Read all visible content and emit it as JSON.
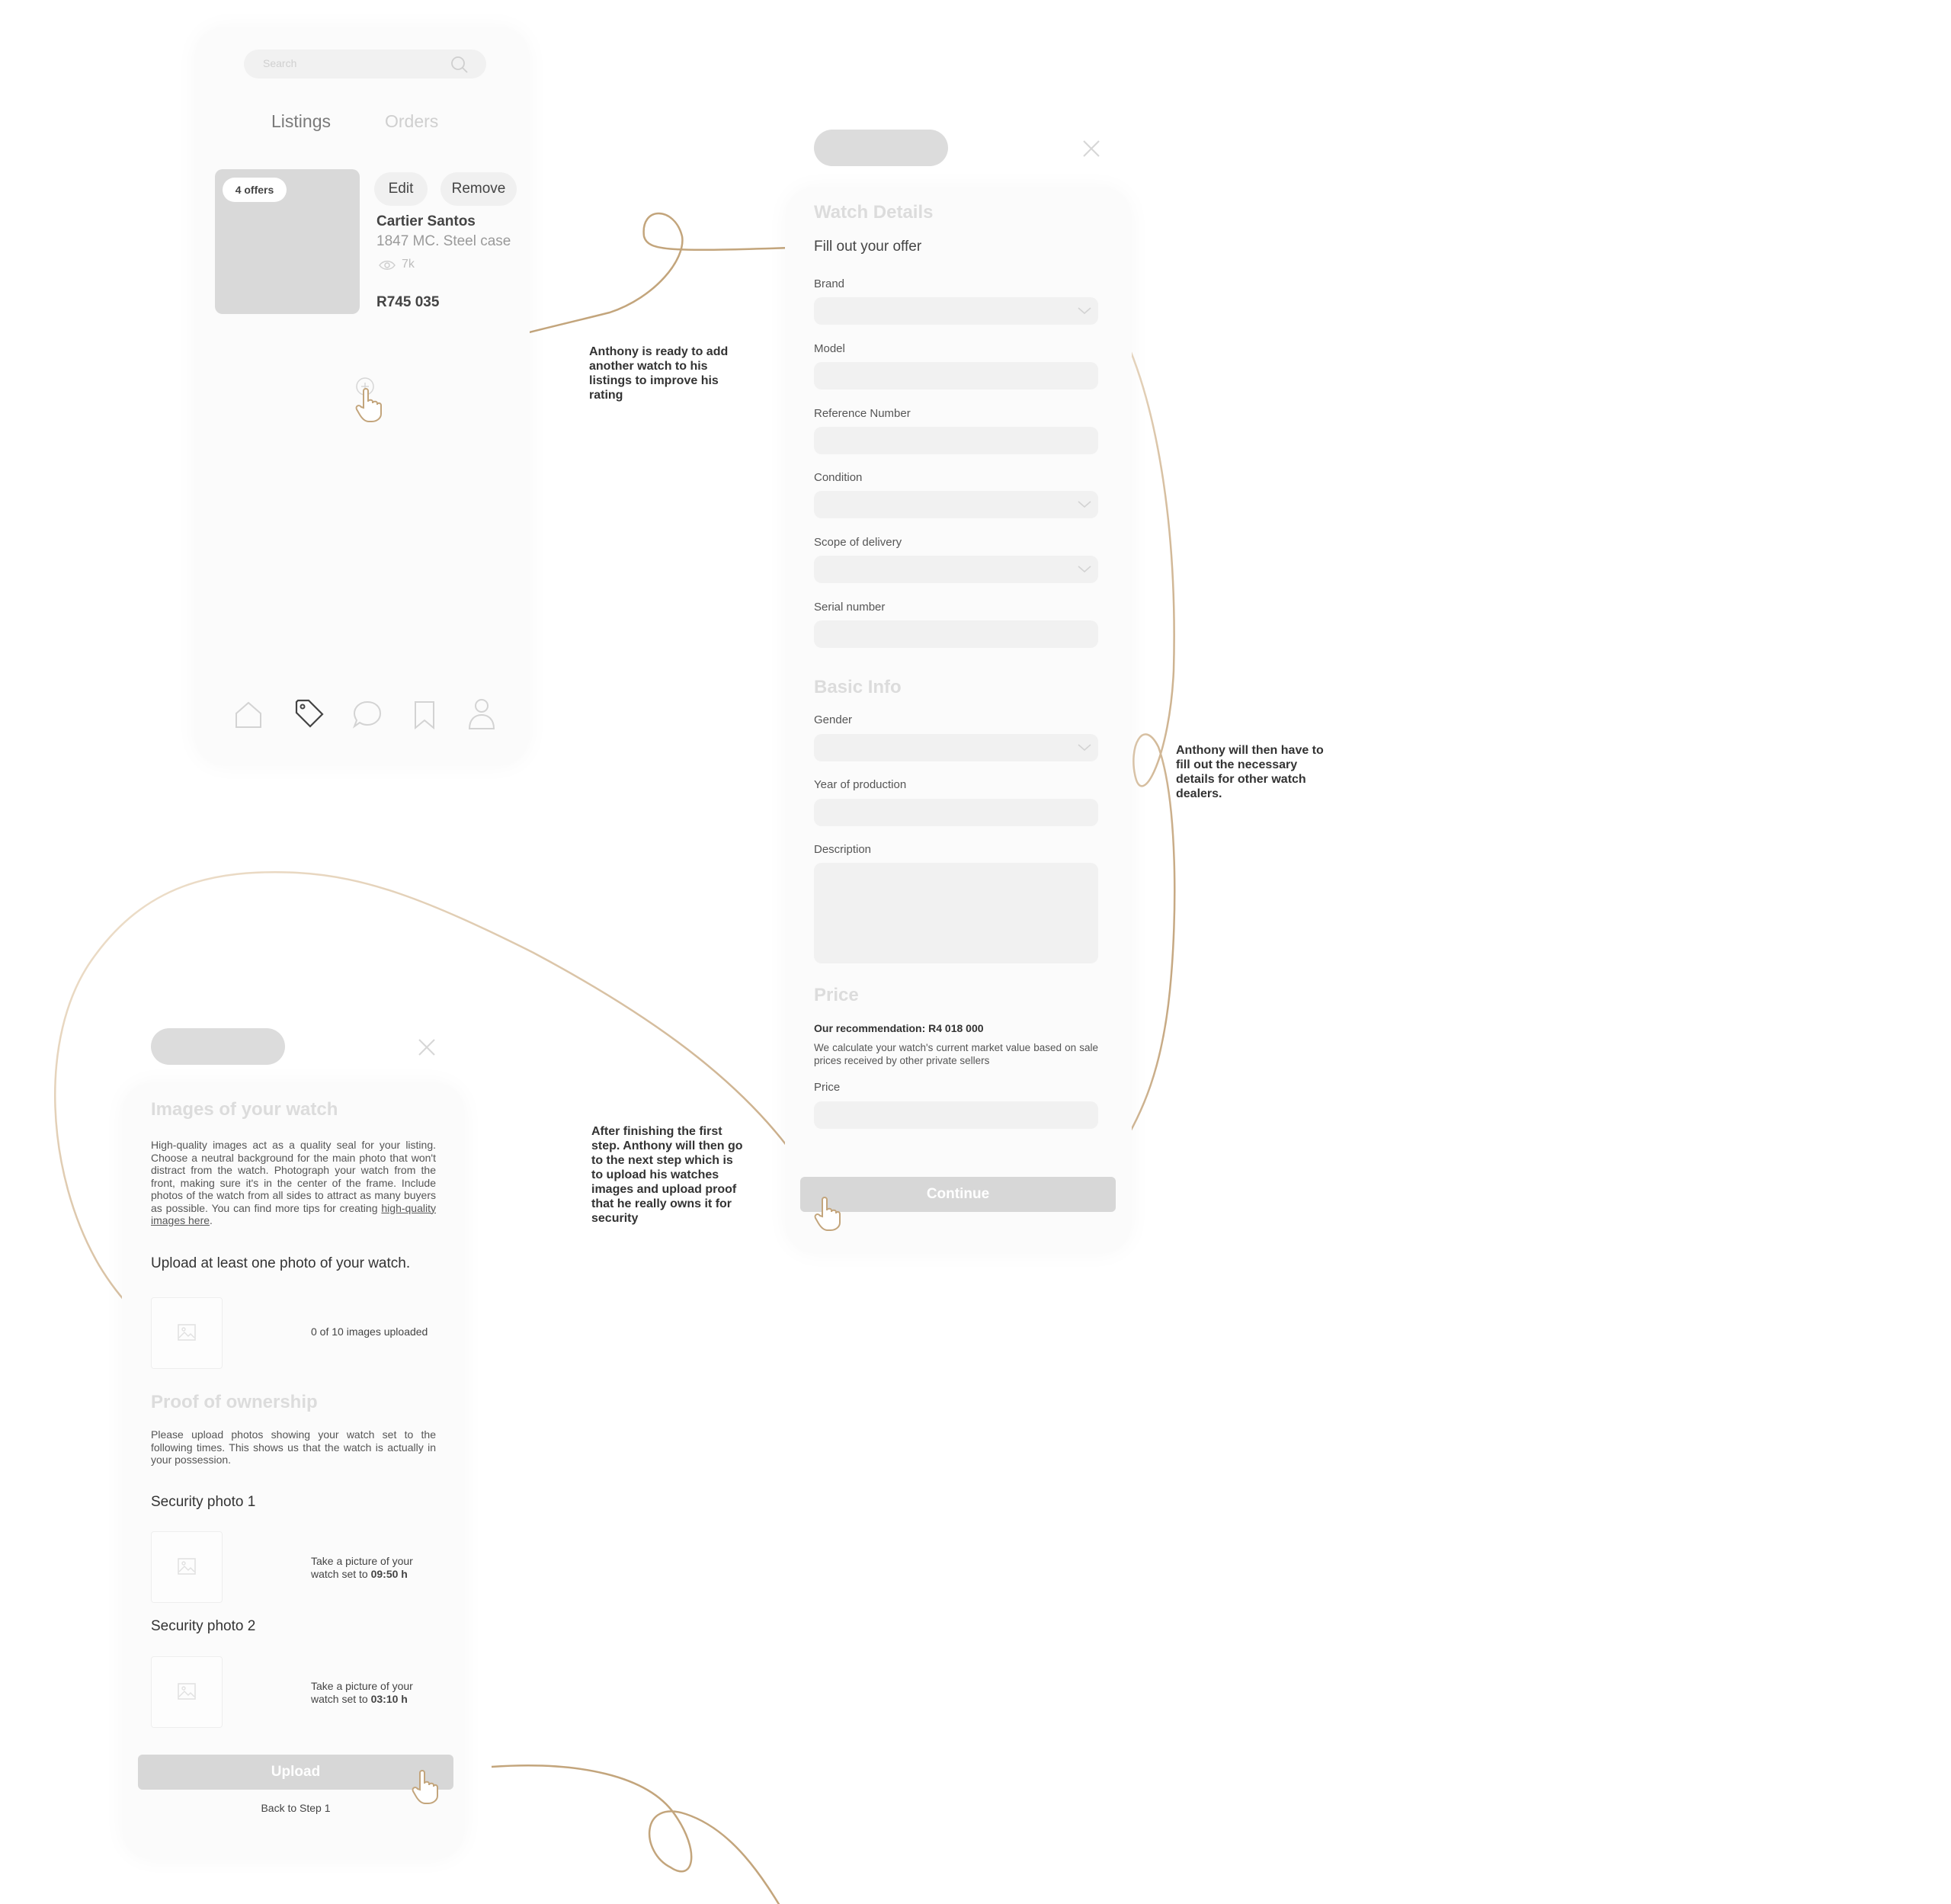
{
  "phone": {
    "search_placeholder": "Search",
    "tabs": [
      "Listings",
      "Orders"
    ],
    "listing": {
      "offers_badge": "4 offers",
      "edit_label": "Edit",
      "remove_label": "Remove",
      "name": "Cartier Santos",
      "subtitle": "1847 MC. Steel case",
      "views": "7k",
      "price": "R745 035"
    }
  },
  "annotations": {
    "add_watch": "Anthony is ready to add another watch to his listings to improve his rating",
    "fill_details": "Anthony will then have to fill out the necessary details for other watch dealers.",
    "next_step": "After finishing the first step. Anthony will then go to the next step which is to upload his watches images and upload proof that he really owns it for security"
  },
  "form": {
    "watch_details_title": "Watch Details",
    "subtitle": "Fill out your offer",
    "brand_label": "Brand",
    "model_label": "Model",
    "reference_label": "Reference Number",
    "condition_label": "Condition",
    "scope_label": "Scope of delivery",
    "serial_label": "Serial number",
    "basic_info_title": "Basic Info",
    "gender_label": "Gender",
    "year_label": "Year of production",
    "description_label": "Description",
    "price_title": "Price",
    "recommendation": "Our recommendation: R4 018 000",
    "recommendation_note": "We calculate your watch's current market value based on sale prices received by other private sellers",
    "price_label": "Price",
    "continue_label": "Continue"
  },
  "upload": {
    "images_title": "Images of your watch",
    "images_text": "High-quality images act as a quality seal for your listing. Choose a neutral background for the main photo that won't distract from the watch. Photograph your watch from the front, making sure it's in the center of the frame. Include photos of the watch from all sides to attract as many buyers as possible. You can find more tips for creating ",
    "images_link": "high-quality images here",
    "images_text_end": ".",
    "upload_prompt": "Upload at least one photo of your watch.",
    "uploaded_count": "0 of 10 images uploaded",
    "proof_title": "Proof of ownership",
    "proof_text": "Please upload photos showing your watch set to the following times. This shows us that the watch is actually in your possession.",
    "security1_title": "Security photo 1",
    "security1_text": "Take a picture of your watch set to ",
    "security1_time": "09:50 h",
    "security2_title": "Security photo 2",
    "security2_text": "Take a picture of your watch set to ",
    "security2_time": "03:10 h",
    "upload_label": "Upload",
    "back_label": "Back to Step 1"
  },
  "colors": {
    "accent_line": "#c3a57c",
    "placeholder_grey": "#dcdcdc",
    "field_bg": "#f1f1f1",
    "card_bg": "#fbfbfb"
  }
}
